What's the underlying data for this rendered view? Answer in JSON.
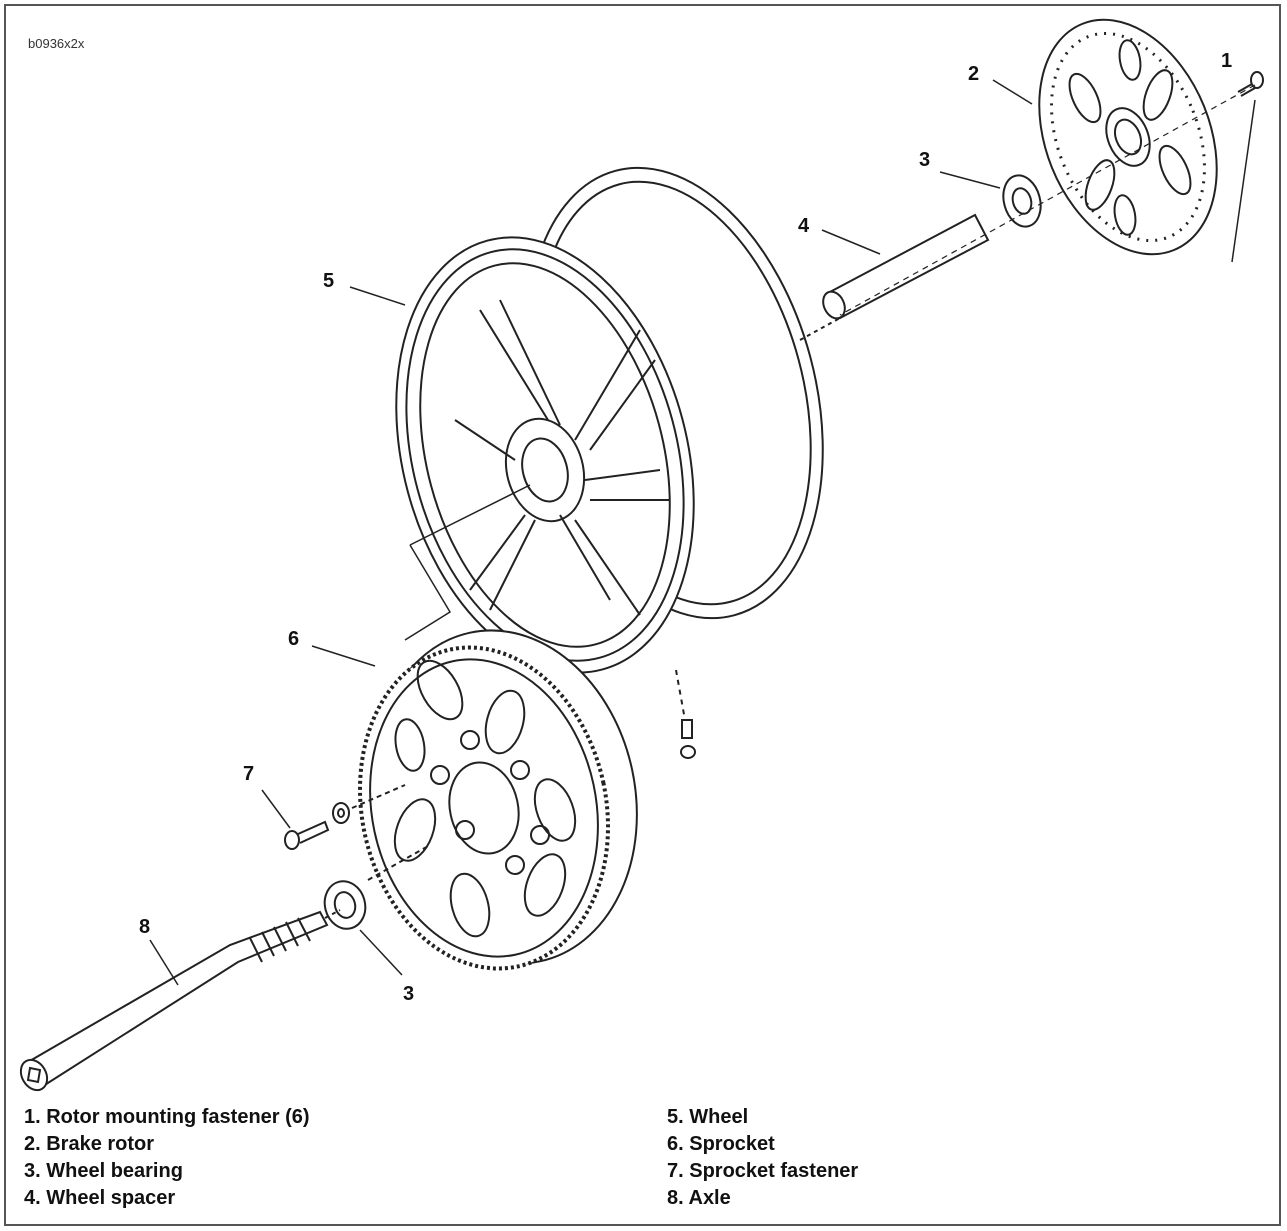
{
  "figure_code": "b0936x2x",
  "callouts": {
    "c1": "1",
    "c2": "2",
    "c3a": "3",
    "c4": "4",
    "c5": "5",
    "c6": "6",
    "c7": "7",
    "c8": "8",
    "c3b": "3"
  },
  "legend": [
    "1. Rotor mounting fastener (6)",
    "2. Brake rotor",
    "3. Wheel bearing",
    "4. Wheel spacer",
    "5. Wheel",
    "6. Sprocket",
    "7. Sprocket fastener",
    "8. Axle"
  ]
}
